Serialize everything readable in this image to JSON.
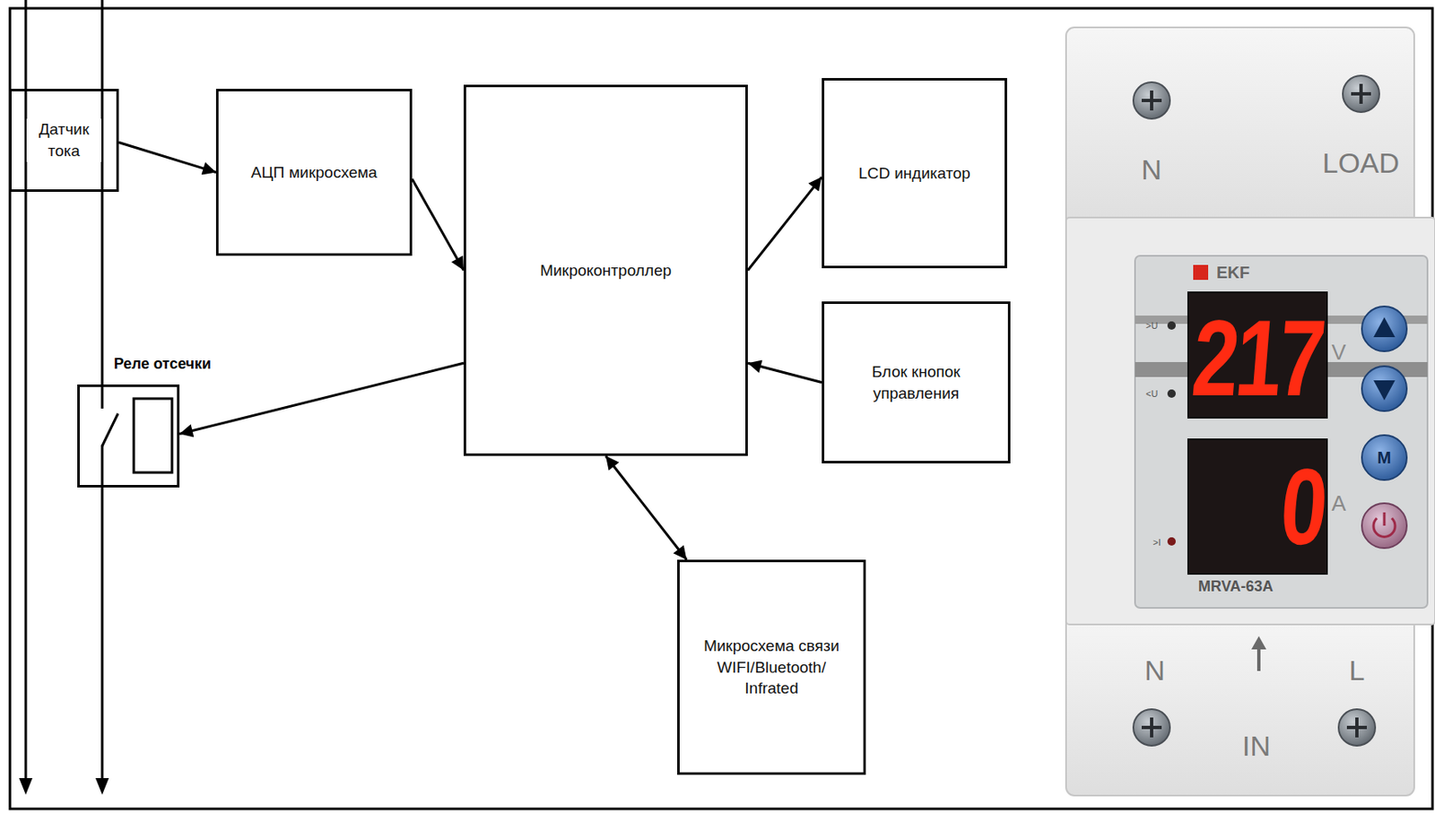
{
  "diagram": {
    "nodes": [
      {
        "text": [
          "Датчик тока"
        ]
      },
      {
        "text": [
          "АЦП микросхема"
        ]
      },
      {
        "text": [
          "Микроконтроллер"
        ]
      },
      {
        "text": [
          "LCD индикатор"
        ]
      },
      {
        "text": [
          "Реле отсечки"
        ]
      },
      {
        "text": [
          "Блок кнопок управления"
        ]
      },
      {
        "text": [
          "Микросхема связи WIFI/Bluetooth/ Infrated"
        ]
      }
    ],
    "edges": [
      {
        "from": 0,
        "to": 1,
        "arrow": "to"
      },
      {
        "from": 1,
        "to": 2,
        "arrow": "to"
      },
      {
        "from": 2,
        "to": 3,
        "arrow": "to"
      },
      {
        "from": 5,
        "to": 2,
        "arrow": "to"
      },
      {
        "from": 2,
        "to": 4,
        "arrow": "to"
      },
      {
        "from": 2,
        "to": 6,
        "arrow": "both"
      }
    ],
    "labels": [
      "N",
      "LOAD",
      "EKF",
      ">U",
      "<U",
      "217",
      "V",
      ">I",
      "0",
      "A",
      "MRVA-63A",
      "M",
      "N",
      "L",
      "IN"
    ]
  }
}
